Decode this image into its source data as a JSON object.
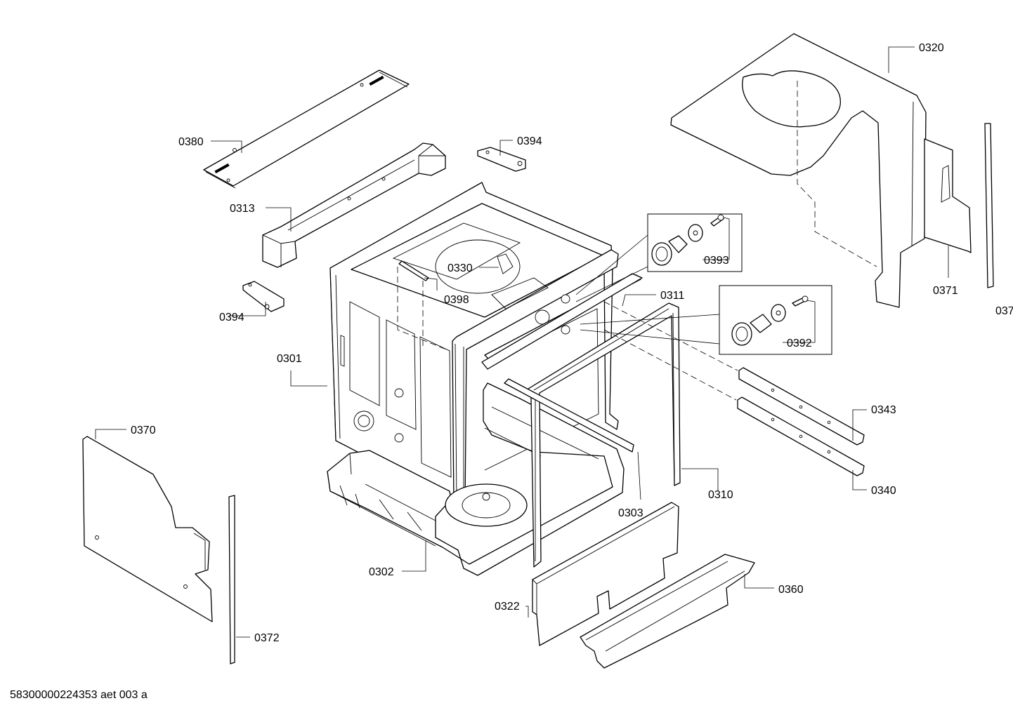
{
  "diagram": {
    "document_id": "58300000224353 aet 003 a",
    "part_labels": {
      "p0320": "0320",
      "p0380": "0380",
      "p0394a": "0394",
      "p0313": "0313",
      "p0394b": "0394",
      "p0330": "0330",
      "p0398": "0398",
      "p0393": "0393",
      "p0311": "0311",
      "p0392": "0392",
      "p0301": "0301",
      "p0371": "0371",
      "p0371b": "037",
      "p0343": "0343",
      "p0370": "0370",
      "p0310": "0310",
      "p0303": "0303",
      "p0340": "0340",
      "p0302": "0302",
      "p0360": "0360",
      "p0322": "0322",
      "p0372": "0372"
    }
  }
}
